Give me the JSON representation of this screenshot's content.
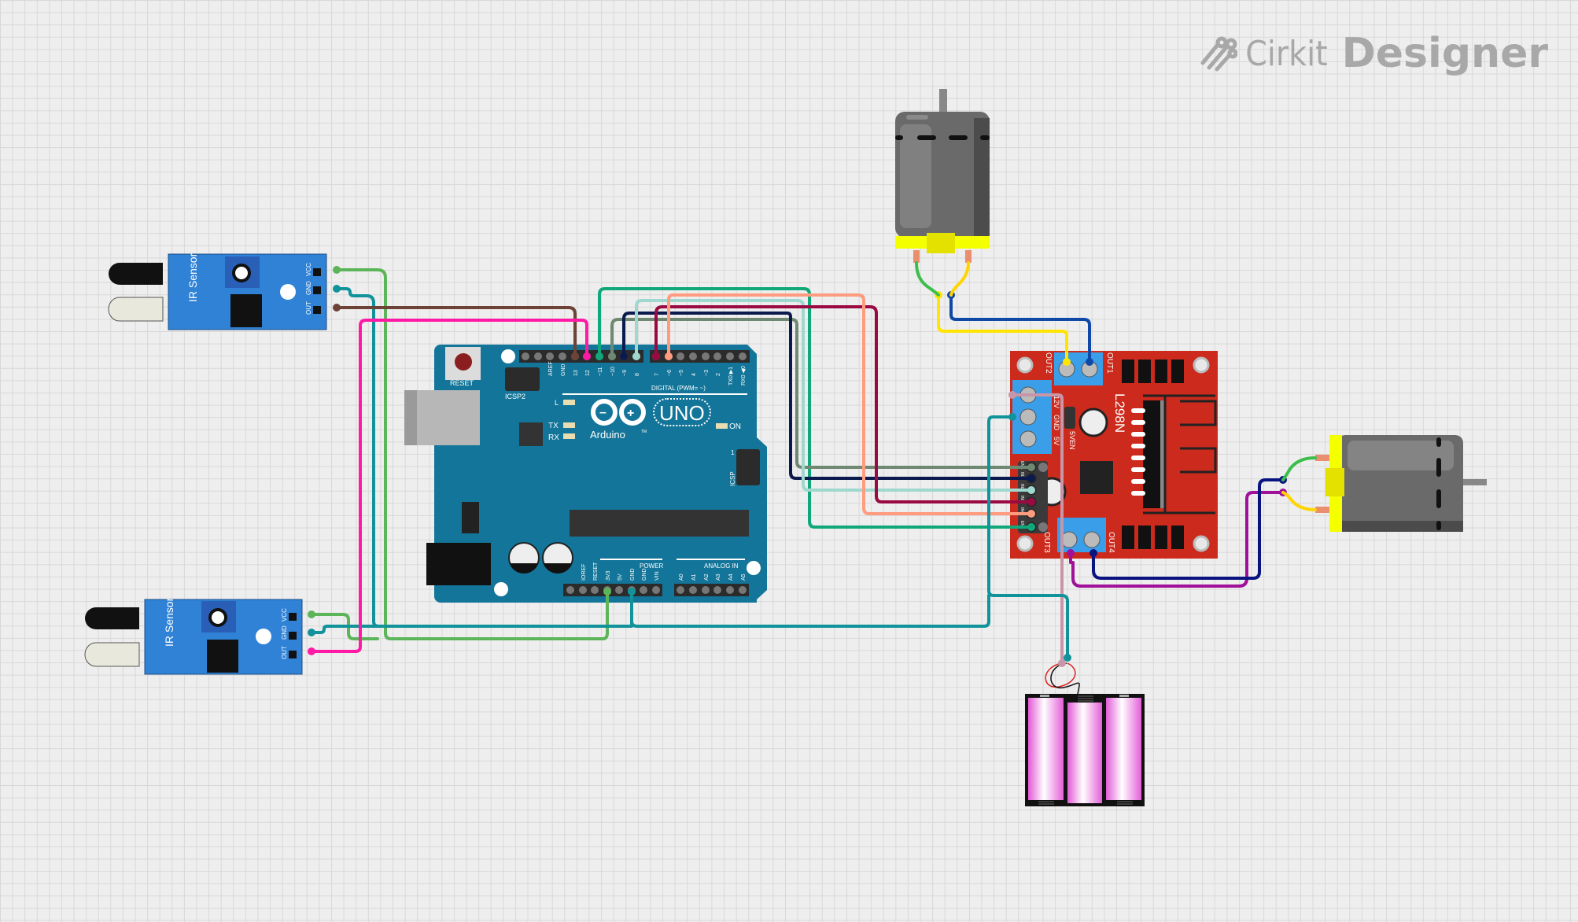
{
  "app": {
    "logo_word1": "Cirkit",
    "logo_word2": "Designer",
    "logo_icon": "circuit-traces-icon"
  },
  "components": {
    "ir_sensor_1": {
      "label": "IR Sensor",
      "pins": [
        "VCC",
        "GND",
        "OUT"
      ]
    },
    "ir_sensor_2": {
      "label": "IR Sensor",
      "pins": [
        "VCC",
        "GND",
        "OUT"
      ]
    },
    "arduino": {
      "brand": "Arduino",
      "model": "UNO",
      "reset_label": "RESET",
      "icsp2_label": "ICSP2",
      "icsp_label": "ICSP",
      "icsp_pin1": "1",
      "led_labels": {
        "l": "L",
        "tx": "TX",
        "rx": "RX",
        "on": "ON"
      },
      "tm": "TM",
      "digital_label": "DIGITAL (PWM= ~)",
      "digital_pins": [
        "AREF",
        "GND",
        "13",
        "12",
        "~11",
        "~10",
        "~9",
        "8",
        "7",
        "~6",
        "~5",
        "4",
        "~3",
        "2",
        "TX0 ▶1",
        "RX0 ◀0"
      ],
      "power_label": "POWER",
      "power_pins": [
        "",
        "IOREF",
        "RESET",
        "3V3",
        "5V",
        "GND",
        "GND",
        "VIN"
      ],
      "analog_label": "ANALOG IN",
      "analog_pins": [
        "A0",
        "A1",
        "A2",
        "A3",
        "A4",
        "A5"
      ]
    },
    "l298n": {
      "chip_label": "L298N",
      "out1": "OUT1",
      "out2": "OUT2",
      "out3": "OUT3",
      "out4": "OUT4",
      "power_terminal": [
        "12V",
        "GND",
        "5V"
      ],
      "jumper_label": "5VEN",
      "header_pins": [
        "ENA",
        "IN1",
        "IN2",
        "IN3",
        "IN4",
        "ENB"
      ],
      "header_5v": "5V"
    },
    "motor_1": {
      "name": "DC Motor"
    },
    "motor_2": {
      "name": "DC Motor"
    },
    "battery": {
      "name": "3x 18650 Battery Pack"
    }
  },
  "colors": {
    "grid_bg": "#eeeeee",
    "arduino_blue": "#137599",
    "ir_blue": "#2f82d6",
    "l298n_red": "#cc2a1c",
    "terminal_blue": "#3a9ee8",
    "motor_gray": "#6a6a6a",
    "motor_yellow": "#f4ff00",
    "battery_pink": "#ee88dd"
  },
  "connections": [
    {
      "from": "ir_sensor_1.VCC",
      "to": "arduino.3V3",
      "color": "#5db55a"
    },
    {
      "from": "ir_sensor_1.GND",
      "to": "arduino.GND",
      "color": "#12939b"
    },
    {
      "from": "ir_sensor_1.OUT",
      "to": "arduino.13",
      "color": "#6e4337"
    },
    {
      "from": "ir_sensor_2.VCC",
      "to": "arduino.3V3",
      "color": "#5db55a"
    },
    {
      "from": "ir_sensor_2.GND",
      "to": "arduino.GND",
      "color": "#12939b"
    },
    {
      "from": "ir_sensor_2.OUT",
      "to": "arduino.12",
      "color": "#ff1aa6"
    },
    {
      "from": "arduino.11",
      "to": "l298n.ENB",
      "color": "#10a87b"
    },
    {
      "from": "arduino.10",
      "to": "l298n.ENA",
      "color": "#6f8872"
    },
    {
      "from": "arduino.9",
      "to": "l298n.IN1",
      "color": "#0a1a4d"
    },
    {
      "from": "arduino.8",
      "to": "l298n.IN2",
      "color": "#9ed8cf"
    },
    {
      "from": "arduino.7",
      "to": "l298n.IN3",
      "color": "#9a0a42"
    },
    {
      "from": "arduino.6",
      "to": "l298n.IN4",
      "color": "#ff9c80"
    },
    {
      "from": "l298n.OUT2",
      "to": "motor_1.terminal_a",
      "color": "#ffe500"
    },
    {
      "from": "l298n.OUT1",
      "to": "motor_1.terminal_b",
      "color": "#1048a8"
    },
    {
      "from": "l298n.OUT3",
      "to": "motor_2.terminal_b",
      "color": "#a0109a"
    },
    {
      "from": "l298n.OUT4",
      "to": "motor_2.terminal_a",
      "color": "#0a1480"
    },
    {
      "from": "l298n.12V",
      "to": "battery.positive",
      "color": "#c995a8"
    },
    {
      "from": "l298n.GND",
      "to": "battery.negative",
      "color": "#12939b"
    },
    {
      "from": "l298n.GND",
      "to": "arduino.GND",
      "color": "#12939b"
    }
  ]
}
